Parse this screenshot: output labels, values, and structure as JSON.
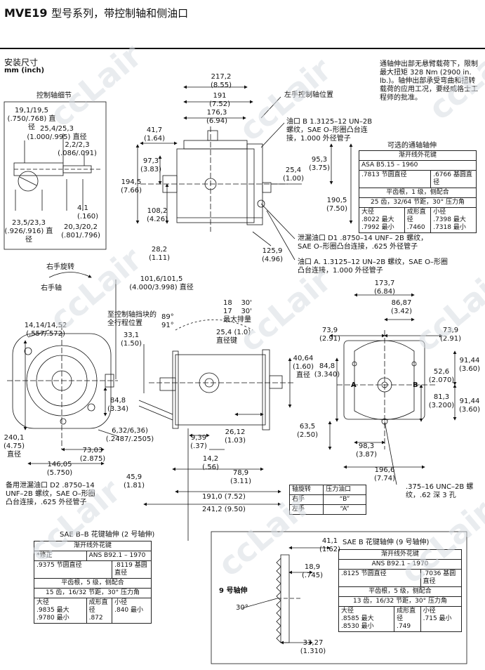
{
  "header": {
    "model": "MVE19",
    "subtitle": "型号系列，带控制轴和侧油口"
  },
  "section": {
    "title": "安装尺寸",
    "units": "mm (inch)"
  },
  "note": "通轴伸出部无悬臂载荷下，限制最大扭矩 328 Nm (2900 in. lb.)。轴伸出部承受弯曲和扭转载荷的应用工况，要经威格士工程师的批准。",
  "detail_control_shaft": {
    "title": "控制轴细节",
    "d1": "19,1/19,5",
    "d1i": "(.750/.768) 直径",
    "d2": "25,4/25,3",
    "d2i": "(1.000/.995) 直径",
    "d3": "2,2/2,3",
    "d3i": "(.086/.091)",
    "d4": "4,1",
    "d4i": "(.160)",
    "d5": "23,5/23,3",
    "d5i": "(.926/.916) 直径",
    "d6": "20,3/20,2",
    "d6i": "(.801/.796)"
  },
  "side_view": {
    "w1": "217,2",
    "w1i": "(8.55)",
    "w2": "191",
    "w2i": "(7.52)",
    "w3": "176,3",
    "w3i": "(6.94)",
    "w4": "41,7",
    "w4i": "(1.64)",
    "h1": "97,3",
    "h1i": "(3.83)",
    "h2": "194,5",
    "h2i": "(7.66)",
    "h3": "108,2",
    "h3i": "(4.26)",
    "w5": "28,2",
    "w5i": "(1.11)",
    "left_ctrl": "左手控制轴位置",
    "portB": "油口 B 1.3125–12 UN–2B 螺纹，SAE O–形圈凸台连接，1.000 外径管子",
    "d95": "95,3",
    "d95i": "(3.75)",
    "d25": "25,4",
    "d25i": "(1.00)",
    "d190": "190,5",
    "d190i": "(7.50)",
    "d125": "125,9",
    "d125i": "(4.96)",
    "drainD1": "泄漏油口 D1 .8750–14 UNF– 2B 螺纹，SAE O–形圈凸台连接，.625 外径管子",
    "portA": "油口 A. 1.3125–12 UN–2B 螺纹，SAE O–形圈凸台连接，1.000 外径管子"
  },
  "thru_shaft": {
    "title": "可选的通轴轴伸",
    "spline": "渐开线外花键",
    "std": "ASA B5.15 – 1960",
    "pitch": ".7813 节圆直径",
    "base": ".6766 基圆直径",
    "fit": "平齿根，1 级，侧配合",
    "teeth": "25 齿，32/64 节距，30° 压力角",
    "major": "大径",
    "major_v": ".8022 最大 .7992 最小",
    "form": "成形直径",
    "form_v": ".7460",
    "minor": "小径",
    "minor_v": ".7398 最大 .7318 最小"
  },
  "front_view": {
    "rot": "右手旋转",
    "shaft": "右手轴",
    "d1": "14,14/14,52",
    "d1i": "(.557/.572)",
    "d848": "84,8",
    "d848i": "(3.34)",
    "d240": "240,1",
    "d240i": "(4.75)",
    "d240d": "直径",
    "d632": "6,32/6,36)",
    "d632i": "(.2487/.2505)",
    "d73": "73,03",
    "d73i": "(2.875)",
    "d146": "146,05",
    "d146i": "(5.750)",
    "drainD2": "备用泄漏油口 D2 .8750–14 UNF–2B 螺纹，SAE O–形圈凸台连接，.625 外径管子"
  },
  "mid_view": {
    "d101": "101,6/101,5",
    "d101i": "(4.000/3.998) 直径",
    "stop": "至控制轴挡块的全行程位置",
    "a89": "89°",
    "a91": "91°",
    "a18": "18    30'",
    "a17": "17    30'",
    "maxd": "最大排量",
    "d331": "33,1",
    "d331i": "(1.50)",
    "key": "25,4 (1.0)",
    "keyi": "直径键",
    "d4064": "40,64",
    "d4064i": "(1.60)",
    "d4064d": "直径",
    "d939": "9,39",
    "d939i": "(.37)",
    "d142": "14,2",
    "d142i": "(.56)",
    "d2612": "26,12",
    "d2612i": "(1.03)",
    "d789": "78,9",
    "d789i": "(3.11)",
    "d459": "45,9",
    "d459i": "(1.81)",
    "d191": "191,0 (7.52)",
    "d241": "241,2 (9.50)"
  },
  "rear_view": {
    "d1737": "173,7",
    "d1737i": "(6.84)",
    "d8687": "86,87",
    "d8687i": "(3.42)",
    "d739a": "73,9",
    "d739ai": "(2.91)",
    "d739b": "73,9",
    "d739bi": "(2.91)",
    "d848": "84,8",
    "d848i": "(3.340)",
    "d9144a": "91,44",
    "d9144ai": "(3.60)",
    "d526": "52,6",
    "d526i": "(2.070)",
    "d813": "81,3",
    "d813i": "(3.200)",
    "d9144b": "91,44",
    "d9144bi": "(3.60)",
    "d635": "63,5",
    "d635i": "(2.50)",
    "d983": "98,3",
    "d983i": "(3.87)",
    "d1966": "196,6",
    "d1966i": "(7.74)",
    "A": "A",
    "B": "B",
    "holes": ".375–16 UNC–2B 螺纹，.62 深 3 孔"
  },
  "rot_table": {
    "h1": "轴旋转",
    "h2": "压力油口",
    "r1a": "右手",
    "r1b": "“B”",
    "r2a": "左手",
    "r2b": "“A”"
  },
  "shaft2": {
    "title": "SAE B–B 花键轴伸 (2 号轴伸)",
    "spline": "渐开线外花键",
    "std_a": "*修正",
    "std_b": "ANS B92.1 – 1970",
    "pitch": ".9375 节圆直径",
    "base": ".8119 基圆直径",
    "fit": "平齿根，5 级，侧配合",
    "teeth": "15 齿，16/32 节距，30° 压力角",
    "major": "大径",
    "major_v": ".9835 最大 .9780 最小",
    "form": "成形直径",
    "form_v": ".872",
    "minor": "小径",
    "minor_v": ".840 最小"
  },
  "shaft9": {
    "title": "SAE B 花键轴伸 (9 号轴伸)",
    "label": "9 号轴伸",
    "angle": "30°",
    "d411": "41,1",
    "d411i": "(1.62)",
    "d189": "18,9",
    "d189i": "(.745)",
    "d3327": "33,27",
    "d3327i": "(1.310)",
    "spline": "渐开线外花键",
    "std": "ANS B92.1 – 1970",
    "pitch": ".8125 节圆直径",
    "base": ".7036 基圆直径",
    "fit": "平齿根，5 级，侧配合",
    "teeth": "13 齿，16/32 节距，30° 压力角",
    "major": "大径",
    "major_v": ".8585 最大 .8530 最小",
    "form": "成形直径",
    "form_v": ".749",
    "minor": "小径",
    "minor_v": ".715 最小"
  },
  "watermark": "ccLair"
}
